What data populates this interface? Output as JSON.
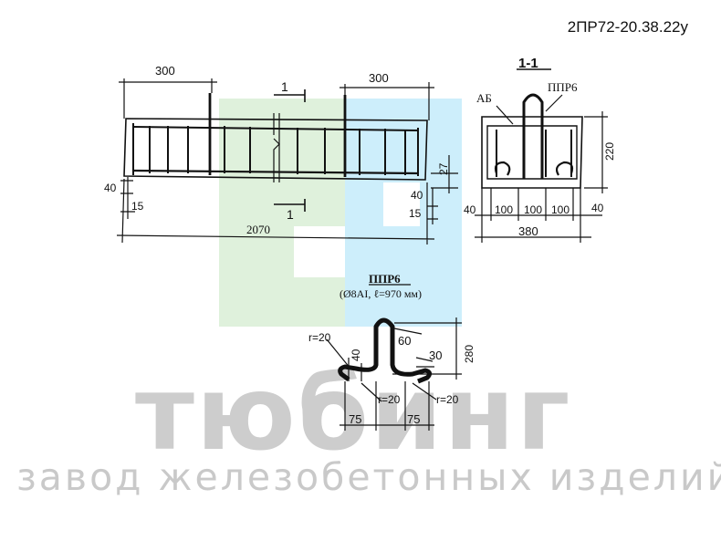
{
  "product_code": "2ПР72-20.38.22у",
  "watermark": {
    "brand": "тюбинг",
    "tagline": "завод железобетонных изделий",
    "colors": {
      "green": "#dff1dc",
      "blue": "#cdeefb"
    }
  },
  "elevation": {
    "dim_left_top": "300",
    "dim_right_top": "300",
    "section_mark_top": "1",
    "section_mark_bottom": "1",
    "dim_left_40": "40",
    "dim_left_15": "15",
    "dim_right_27": "27",
    "dim_right_40": "40",
    "dim_right_15": "15",
    "dim_length": "2070"
  },
  "section": {
    "title": "1-1",
    "label_ab": "АБ",
    "label_ppr": "ППР6",
    "dim_height": "220",
    "dims_bottom": [
      "40",
      "100",
      "100",
      "100",
      "40"
    ],
    "dim_width": "380"
  },
  "detail": {
    "title": "ППР6",
    "subtitle": "(Ø8АI, ℓ=970 мм)",
    "r_left": "r=20",
    "dim_40": "40",
    "dim_60": "60",
    "dim_30": "30",
    "dim_280": "280",
    "r_bottom_left": "r=20",
    "r_bottom_right": "r=20",
    "dim_75_left": "75",
    "dim_75_right": "75"
  }
}
